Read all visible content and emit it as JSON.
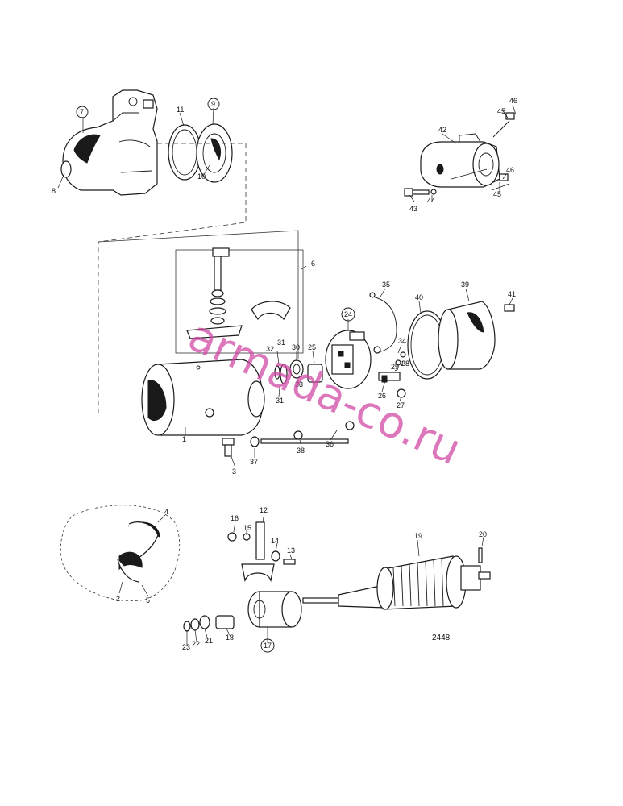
{
  "diagram": {
    "drawing_number": "2448",
    "watermark": "armada-co.ru",
    "part_numbers": [
      "1",
      "2",
      "3",
      "4",
      "5",
      "6",
      "7",
      "8",
      "9",
      "10",
      "11",
      "12",
      "13",
      "14",
      "15",
      "16",
      "17",
      "18",
      "19",
      "20",
      "21",
      "22",
      "23",
      "24",
      "25",
      "26",
      "27",
      "28",
      "29",
      "30",
      "31",
      "32",
      "33",
      "34",
      "35",
      "36",
      "37",
      "38",
      "39",
      "40",
      "41",
      "42",
      "43",
      "44",
      "45",
      "46"
    ],
    "circled": [
      "7",
      "9",
      "17",
      "24"
    ]
  },
  "colors": {
    "line": "#1a1a1a",
    "watermark": "#d14aa6"
  }
}
